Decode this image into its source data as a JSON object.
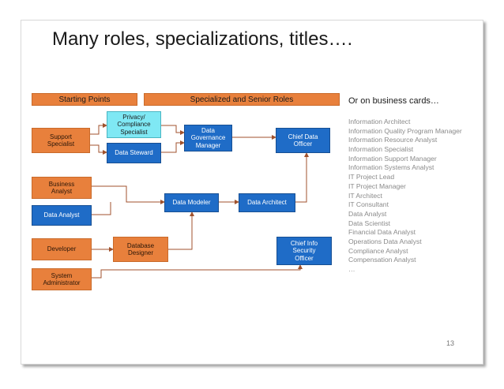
{
  "slide": {
    "title": "Many roles, specializations, titles….",
    "page_number": "13"
  },
  "headers": {
    "starting_points": "Starting Points",
    "specialized_roles": "Specialized and Senior Roles"
  },
  "nodes": {
    "support_specialist": "Support\nSpecialist",
    "privacy_specialist": "Privacy/\nCompliance\nSpecialist",
    "data_steward": "Data Steward",
    "data_governance_manager": "Data\nGovernance\nManager",
    "chief_data_officer": "Chief Data\nOfficer",
    "business_analyst": "Business\nAnalyst",
    "data_analyst": "Data Analyst",
    "data_modeler": "Data Modeler",
    "data_architect": "Data Architect",
    "developer": "Developer",
    "database_designer": "Database\nDesigner",
    "chief_info_security_officer": "Chief Info\nSecurity\nOfficer",
    "system_administrator": "System\nAdministrator"
  },
  "right_panel": {
    "heading": "Or on business cards…",
    "titles": [
      "Information Architect",
      "Information Quality Program Manager",
      "Information Resource Analyst",
      "Information Specialist",
      "Information Support Manager",
      "Information Systems Analyst",
      "IT Project Lead",
      "IT Project Manager",
      "IT Architect",
      "IT Consultant",
      "Data Analyst",
      "Data Scientist",
      "Financial Data Analyst",
      "Operations Data Analyst",
      "Compliance Analyst",
      "Compensation Analyst",
      "…"
    ]
  },
  "colors": {
    "orange": "#e8803c",
    "blue": "#1f6cc7",
    "cyan": "#7fe8f4",
    "connector": "#a0522d"
  }
}
